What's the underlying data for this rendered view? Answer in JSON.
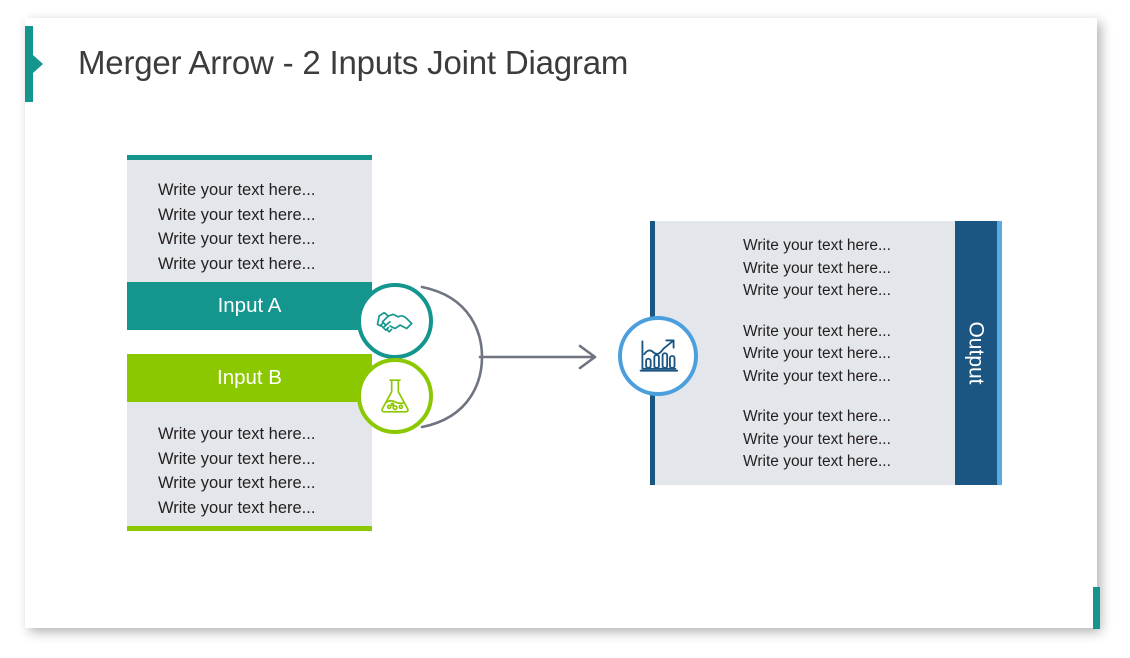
{
  "slide": {
    "title": "Merger Arrow - 2 Inputs Joint Diagram"
  },
  "colors": {
    "teal": "#14968F",
    "green": "#8CC800",
    "dark_blue": "#1B5582",
    "light_blue": "#5BA9E0",
    "panel_gray": "#E3E6EA",
    "line_gray": "#6E7480",
    "title_text": "#3C3C3C"
  },
  "inputs": {
    "a": {
      "label": "Input A",
      "icon": "handshake-icon",
      "lines": [
        "Write your text here...",
        "Write your text here...",
        "Write your text here...",
        "Write your text here..."
      ]
    },
    "b": {
      "label": "Input B",
      "icon": "flask-icon",
      "lines": [
        "Write your text here...",
        "Write your text here...",
        "Write your text here...",
        "Write your text here..."
      ]
    }
  },
  "output": {
    "label": "Output",
    "icon": "growth-chart-icon",
    "groups": [
      [
        "Write your text here...",
        "Write your text here...",
        "Write your text here..."
      ],
      [
        "Write your text here...",
        "Write your text here...",
        "Write your text here..."
      ],
      [
        "Write your text here...",
        "Write your text here...",
        "Write your text here..."
      ]
    ]
  }
}
